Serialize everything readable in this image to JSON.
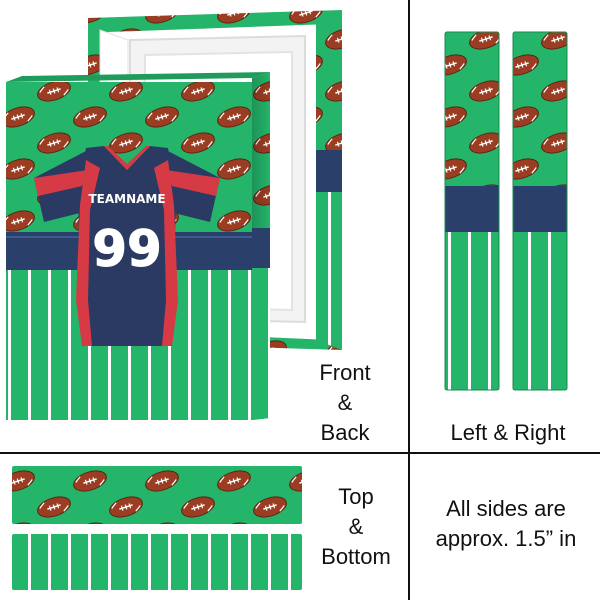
{
  "panels": {
    "front_back": {
      "label": [
        "Front",
        "&",
        "Back"
      ]
    },
    "left_right": {
      "label": "Left & Right"
    },
    "top_bottom": {
      "label": [
        "Top",
        "&",
        "Bottom"
      ]
    },
    "note": {
      "label": [
        "All sides are",
        "approx. 1.5” in"
      ]
    }
  },
  "jersey": {
    "team_name": "TEAMNAME",
    "number": "99"
  },
  "colors": {
    "field_green": "#24b46a",
    "stripe_white": "#ffffff",
    "band_navy": "#2a3f6a",
    "jersey_navy": "#2b3a63",
    "jersey_red": "#d63a44",
    "football_brown": "#9b3d22",
    "divider": "#111111"
  }
}
